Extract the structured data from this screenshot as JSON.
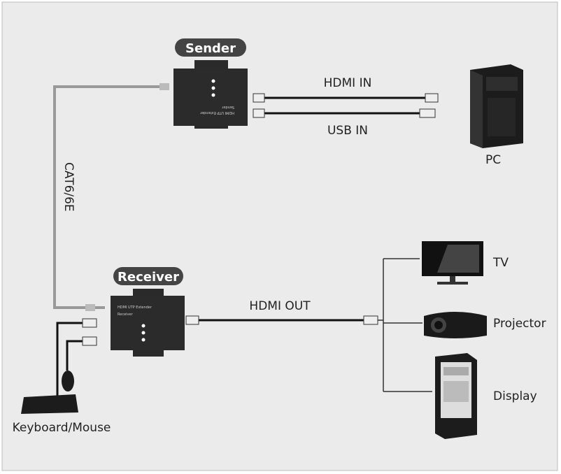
{
  "sender": {
    "label": "Sender",
    "device_text": [
      "HDMI UTP Extender",
      "Sender"
    ]
  },
  "receiver": {
    "label": "Receiver",
    "device_text": [
      "HDMI UTP Extender",
      "Receiver"
    ]
  },
  "cable_label": "CAT6/6E",
  "hdmi_in": "HDMI IN",
  "usb_in": "USB IN",
  "hdmi_out": "HDMI OUT",
  "pc": "PC",
  "tv": "TV",
  "projector": "Projector",
  "display": "Display",
  "keyboard_mouse": "Keyboard/Mouse"
}
